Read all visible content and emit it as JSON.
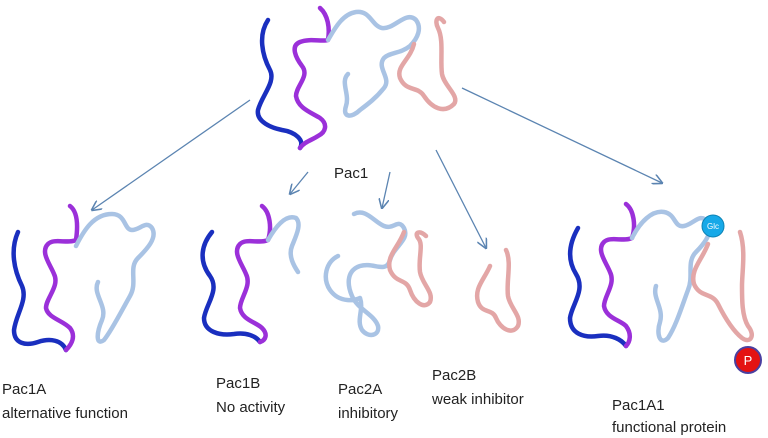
{
  "center_label": "Pac1",
  "isoforms": [
    {
      "name": "Pac1A",
      "description": "alternative function"
    },
    {
      "name": "Pac1B",
      "description": "No activity"
    },
    {
      "name": "Pac2A",
      "description": "inhibitory"
    },
    {
      "name": "Pac2B",
      "description": "weak inhibitor"
    },
    {
      "name": "Pac1A1",
      "description": "functional protein"
    }
  ],
  "modifications": {
    "glycosylation": {
      "label": "Glc",
      "color": "#17a9e8"
    },
    "phosphorylation": {
      "label": "P",
      "color": "#e41212"
    }
  },
  "colors": {
    "domain_1": "#1a2fbf",
    "domain_2": "#9b30d9",
    "domain_3": "#a9c3e4",
    "domain_4": "#e3a6a6",
    "arrow": "#5b84b1"
  }
}
